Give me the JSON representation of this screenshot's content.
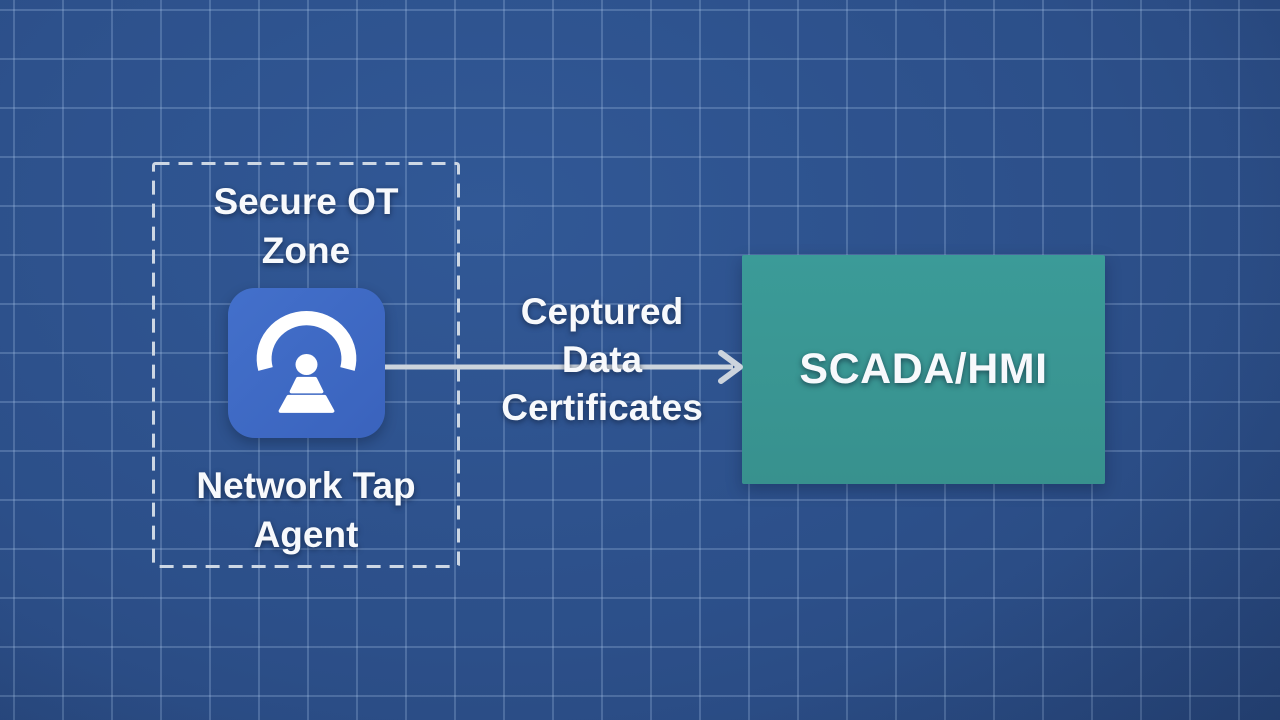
{
  "diagram": {
    "source_zone": {
      "title_lines": [
        "Secure OT",
        "Zone"
      ],
      "node_label_lines": [
        "Network Tap",
        "Agent"
      ],
      "icon": "network-tap-signal-icon"
    },
    "edge": {
      "label_lines": [
        "Ceptured",
        "Data",
        "Certificates"
      ],
      "direction": "right"
    },
    "target_node": {
      "label": "SCADA/HMI"
    }
  },
  "colors": {
    "background_center": "#315896",
    "background_edge": "#1d3560",
    "grid_line": "#8fb0d8",
    "dashed_border": "#cdd7e4",
    "icon_bg": "#4370cb",
    "icon_glyph": "#ffffff",
    "target_bg": "#38918e",
    "arrow": "#ccd4dd",
    "text": "#f7f9fc"
  }
}
